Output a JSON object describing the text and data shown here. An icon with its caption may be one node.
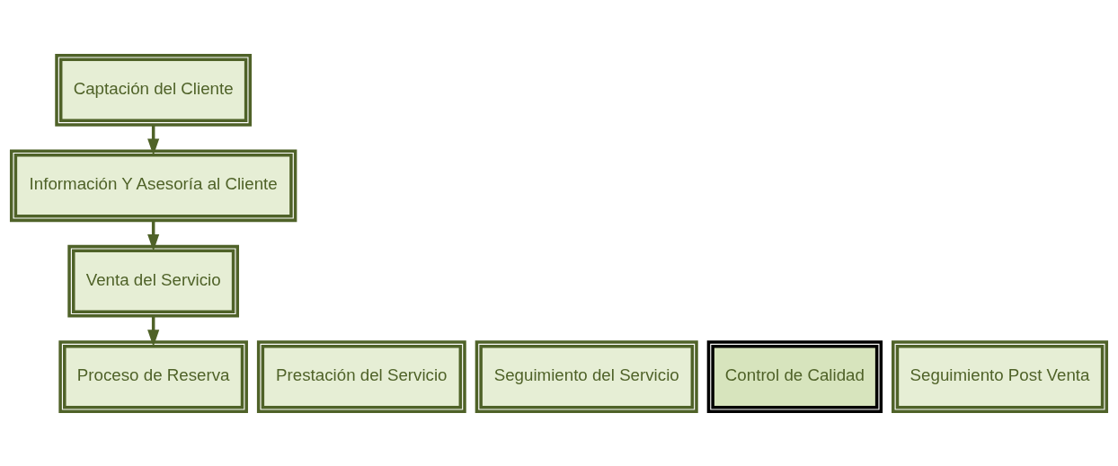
{
  "diagram": {
    "nodes": [
      {
        "text": [
          "Captación del Cliente"
        ]
      },
      {
        "text": [
          "Información Y Asesoría al Cliente"
        ]
      },
      {
        "text": [
          "Venta del Servicio"
        ]
      },
      {
        "text": [
          "Proceso de Reserva"
        ]
      },
      {
        "text": [
          "Prestación del Servicio"
        ]
      },
      {
        "text": [
          "Seguimiento del Servicio"
        ]
      },
      {
        "text": [
          "Control de Calidad"
        ]
      },
      {
        "text": [
          "Seguimiento Post Venta"
        ]
      }
    ],
    "edges": [
      {
        "from": 0,
        "to": 1,
        "arrow": "to"
      },
      {
        "from": 1,
        "to": 2,
        "arrow": "to"
      },
      {
        "from": 2,
        "to": 3,
        "arrow": "to"
      }
    ]
  }
}
